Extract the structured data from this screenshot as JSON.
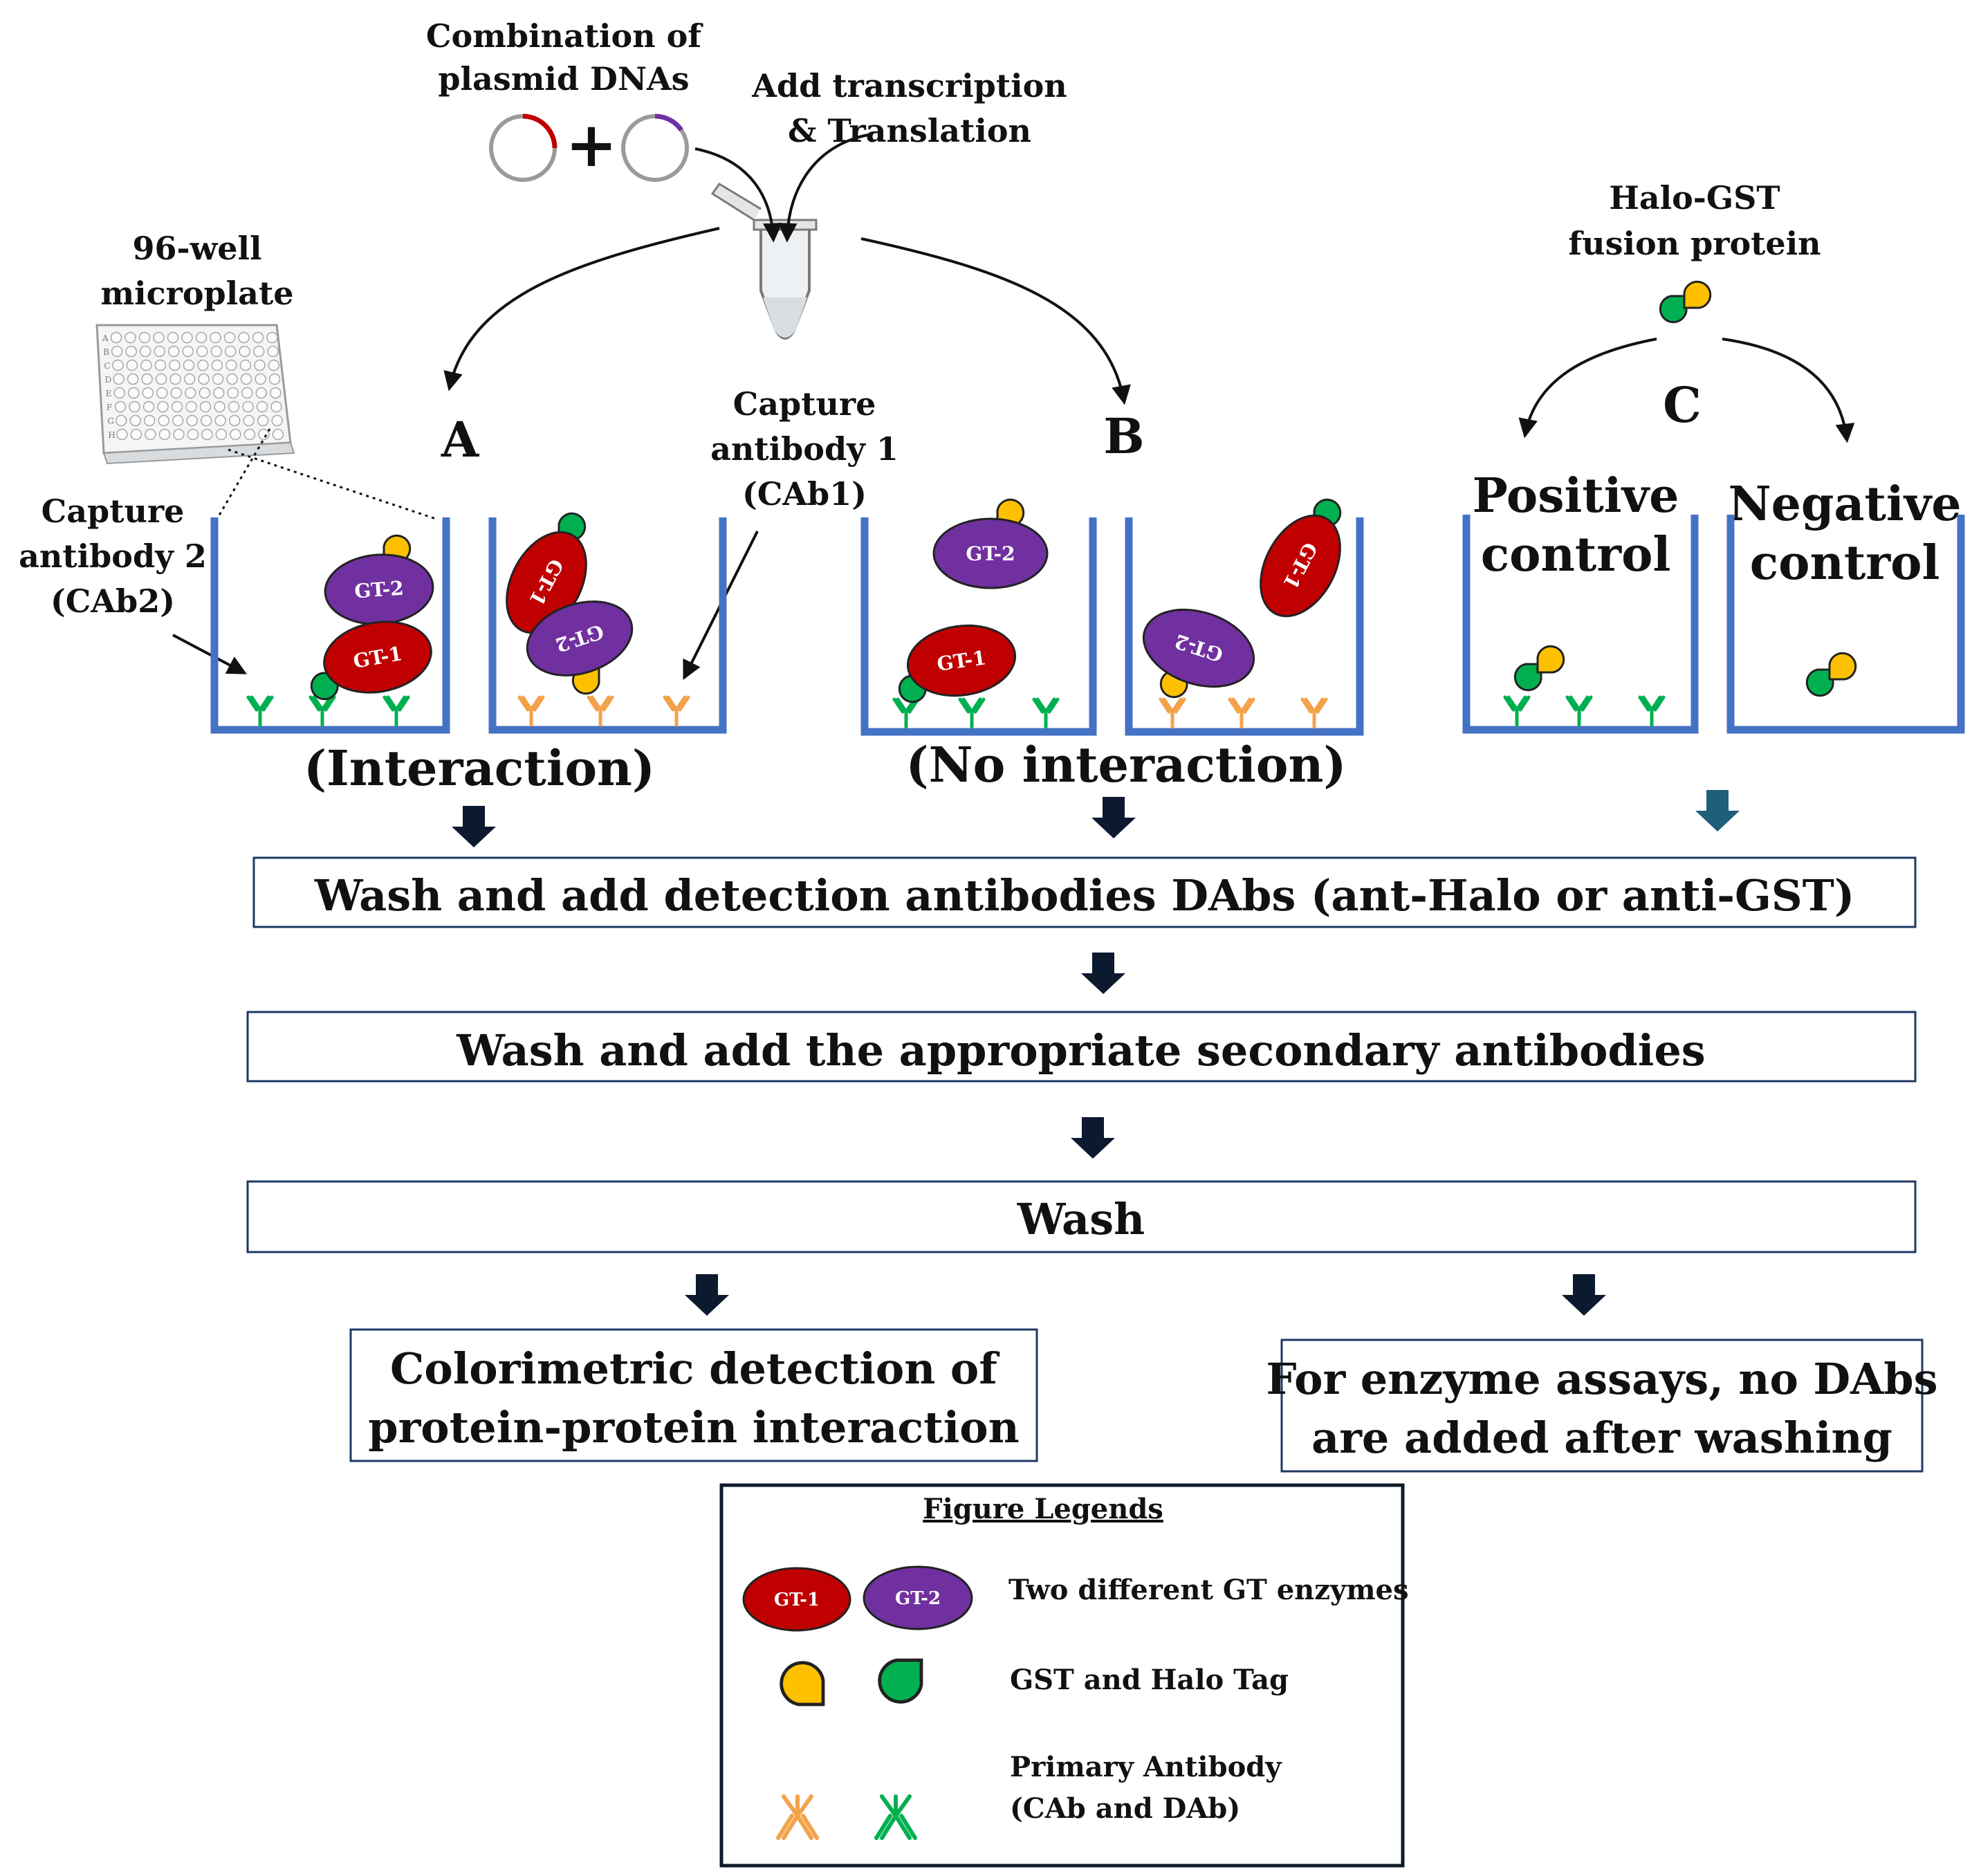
{
  "top": {
    "plasmid_label_line1": "Combination of",
    "plasmid_label_line2": "plasmid DNAs",
    "plus_symbol": "+",
    "ivt_label_line1": "Add transcription",
    "ivt_label_line2": "& Translation"
  },
  "microplate": {
    "label_line1": "96-well",
    "label_line2": "microplate",
    "row_letters": [
      "A",
      "B",
      "C",
      "D",
      "E",
      "F",
      "G",
      "H"
    ]
  },
  "halo_gst": {
    "label_line1": "Halo-GST",
    "label_line2": "fusion protein"
  },
  "panels": {
    "a_letter": "A",
    "b_letter": "B",
    "c_letter": "C",
    "cab2_line1": "Capture",
    "cab2_line2": "antibody 2",
    "cab2_line3": "(CAb2)",
    "cab1_line1": "Capture",
    "cab1_line2": "antibody 1",
    "cab1_line3": "(CAb1)",
    "interaction_label": "(Interaction)",
    "no_interaction_label": "(No interaction)",
    "positive_line1": "Positive",
    "positive_line2": "control",
    "negative_line1": "Negative",
    "negative_line2": "control"
  },
  "enzymes": {
    "gt1": "GT-1",
    "gt2": "GT-2"
  },
  "steps": {
    "step1": "Wash and add detection antibodies DAbs (ant-Halo or anti-GST)",
    "step2": "Wash and add the appropriate secondary antibodies",
    "step3": "Wash",
    "left_line1": "Colorimetric detection of",
    "left_line2": "protein-protein interaction",
    "right_line1": "For enzyme assays, no DAbs",
    "right_line2": "are added after washing"
  },
  "legend": {
    "title": "Figure Legends",
    "row1": "Two different GT enzymes",
    "row2": "GST and Halo Tag",
    "row3_line1": "Primary Antibody",
    "row3_line2": "(CAb and DAb)"
  },
  "colors": {
    "well_blue": "#4472c4",
    "gt1_red": "#c00000",
    "gt2_purple": "#7030a0",
    "gst_yellow": "#ffc000",
    "halo_green": "#00b050",
    "cab_orange": "#f4a24a",
    "arrow_dark": "#0b1a2e",
    "arrow_teal": "#1f5f7a",
    "box_border": "#1f3864"
  }
}
